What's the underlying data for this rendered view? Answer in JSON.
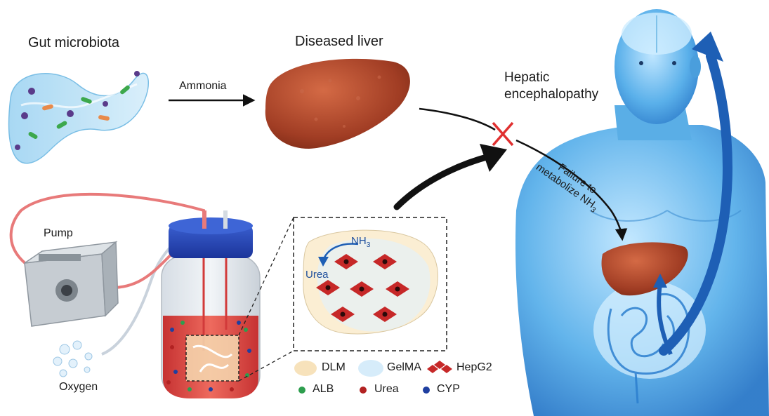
{
  "labels": {
    "gut": "Gut microbiota",
    "liver": "Diseased liver",
    "ammonia": "Ammonia",
    "he_line1": "Hepatic",
    "he_line2": "encephalopathy",
    "fail_line1": "Failure to",
    "fail_line2": "metabolize NH",
    "fail_sub": "3",
    "pump": "Pump",
    "oxygen": "Oxygen",
    "nh3": "NH",
    "nh3_sub": "3",
    "urea": "Urea"
  },
  "legend": [
    {
      "label": "DLM",
      "icon": "dlm-blob-icon"
    },
    {
      "label": "GelMA",
      "icon": "gelma-blob-icon"
    },
    {
      "label": "HepG2",
      "icon": "hepg2-cell-icon"
    },
    {
      "label": "ALB",
      "icon": "green-dot-icon",
      "color": "#2e9e4e"
    },
    {
      "label": "Urea",
      "icon": "red-dot-icon",
      "color": "#b22222"
    },
    {
      "label": "CYP",
      "icon": "blue-dot-icon",
      "color": "#1f3fa0"
    }
  ],
  "colors": {
    "liver": "#a8432a",
    "body": "#5fb4ea",
    "tube": "#e87a7a",
    "arrow": "#1e5fb5",
    "cross": "#e03030",
    "lid": "#2244b0"
  }
}
